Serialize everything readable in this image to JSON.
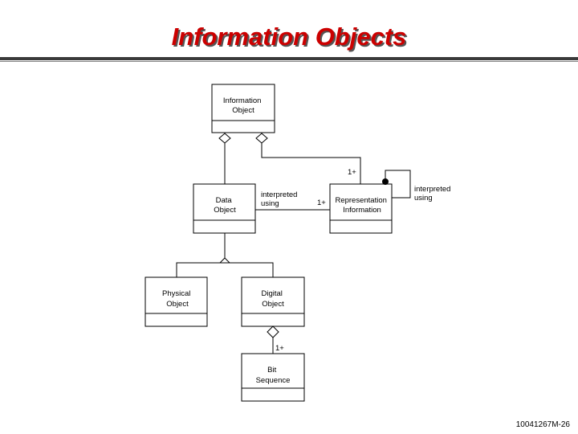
{
  "slide": {
    "title": "Information Objects",
    "footer": "10041267M-26"
  },
  "classes": {
    "information_object": [
      "Information",
      "Object"
    ],
    "data_object": [
      "Data",
      "Object"
    ],
    "representation_information": [
      "Representation",
      "Information"
    ],
    "physical_object": [
      "Physical",
      "Object"
    ],
    "digital_object": [
      "Digital",
      "Object"
    ],
    "bit_sequence": [
      "Bit",
      "Sequence"
    ]
  },
  "labels": {
    "interpreted_using_1": [
      "interpreted",
      "using"
    ],
    "interpreted_using_2": [
      "interpreted",
      "using"
    ],
    "mult_rep_top": "1+",
    "mult_rep_left": "1+",
    "mult_bits": "1+"
  }
}
